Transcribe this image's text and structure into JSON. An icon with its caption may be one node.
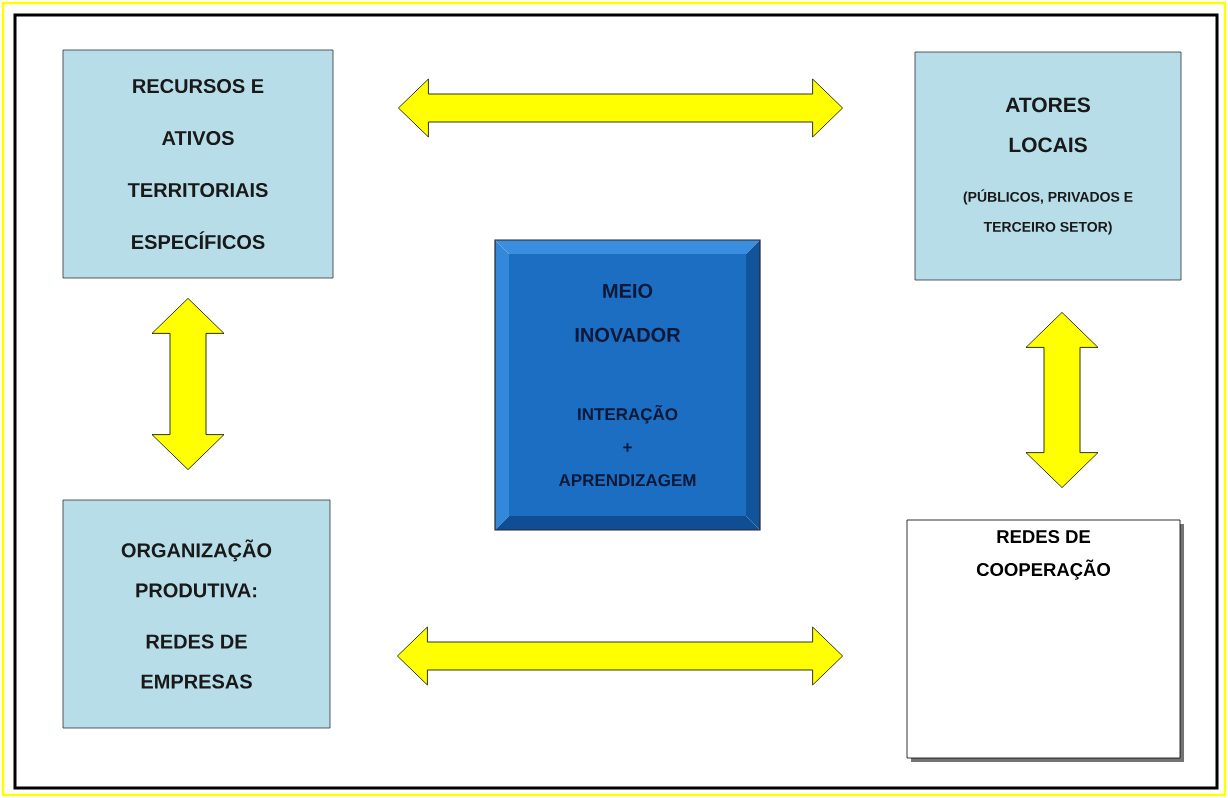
{
  "diagram": {
    "nodes": [
      {
        "text": [
          "RECURSOS E ATIVOS TERRITORIAIS ESPECÍFICOS"
        ]
      },
      {
        "text": [
          "ATORES LOCAIS",
          "(PÚBLICOS, PRIVADOS E TERCEIRO SETOR)"
        ]
      },
      {
        "text": [
          "MEIO INOVADOR",
          "INTERAÇÃO + APRENDIZAGEM"
        ]
      },
      {
        "text": [
          "ORGANIZAÇÃO PRODUTIVA:",
          "REDES DE EMPRESAS"
        ]
      },
      {
        "text": [
          "REDES DE COOPERAÇÃO"
        ]
      }
    ],
    "edges": [
      {
        "from": 0,
        "to": 1,
        "arrow": "both"
      },
      {
        "from": 0,
        "to": 3,
        "arrow": "both"
      },
      {
        "from": 1,
        "to": 4,
        "arrow": "both"
      },
      {
        "from": 3,
        "to": 4,
        "arrow": "both"
      }
    ]
  }
}
